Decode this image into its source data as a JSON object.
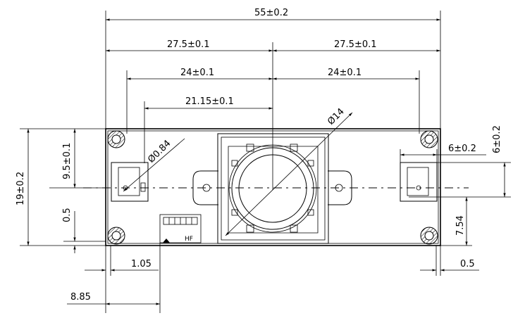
{
  "dimensions": {
    "overall_width": "55±0.2",
    "half_width_left": "27.5±0.1",
    "half_width_right": "27.5±0.1",
    "hole_offset_left": "24±0.1",
    "hole_offset_right": "24±0.1",
    "led_offset": "21.15±0.1",
    "lens_diameter": "Ø14",
    "led_hole_diameter": "Ø0.84",
    "overall_height": "19±0.2",
    "upper_height": "9.5±0.1",
    "edge_offset_left": "0.5",
    "side_offset": "6±0.2",
    "vertical_offset": "6±0.2",
    "lower_height": "7.54",
    "bottom_left_offset": "1.05",
    "bottom_right_offset": "0.5",
    "connector_offset": "8.85"
  },
  "labels": {
    "connector_mark": "HF"
  }
}
